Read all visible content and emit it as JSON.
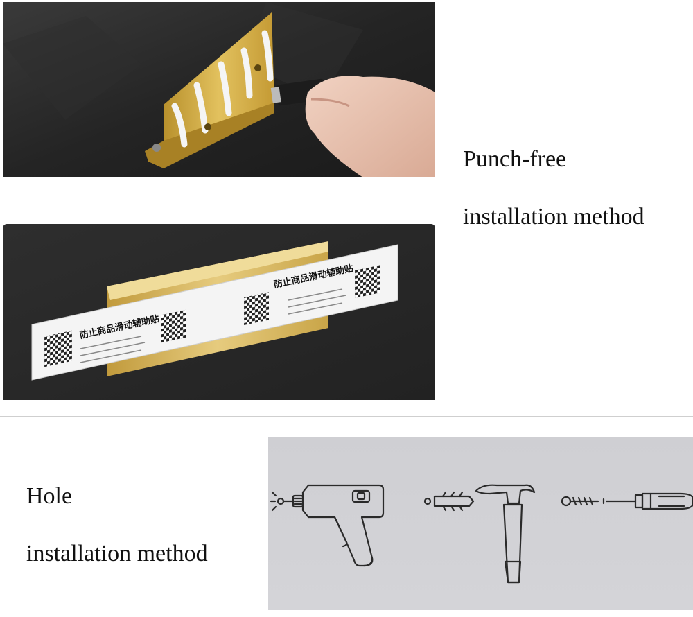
{
  "punch_free": {
    "caption_line1": "Punch-free",
    "caption_line2": "installation method",
    "sticker": {
      "heading": "防止商品滑动辅助贴"
    }
  },
  "hole": {
    "caption_line1": "Hole",
    "caption_line2": "installation method"
  },
  "icons": [
    "drill-icon",
    "wall-anchor-icon",
    "hammer-icon",
    "screw-icon",
    "screwdriver-icon"
  ],
  "colors": {
    "gold": "#c9a23c",
    "dark_wall": "#2a2a2a",
    "panel": "#d1d1d5"
  }
}
